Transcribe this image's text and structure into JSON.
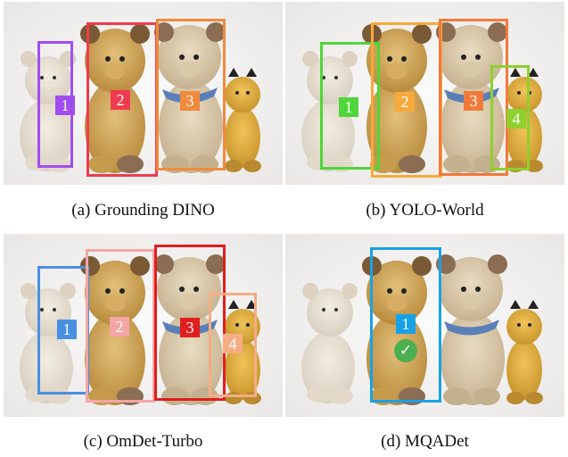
{
  "panels": [
    {
      "caption": "(a) Grounding DINO",
      "boxes": [
        {
          "label": "1",
          "color": "#a04ef0"
        },
        {
          "label": "2",
          "color": "#ee3b4f"
        },
        {
          "label": "3",
          "color": "#f08a3c"
        }
      ]
    },
    {
      "caption": "(b) YOLO-World",
      "boxes": [
        {
          "label": "1",
          "color": "#4fd63a"
        },
        {
          "label": "2",
          "color": "#f7a93b"
        },
        {
          "label": "3",
          "color": "#f07a3a"
        },
        {
          "label": "4",
          "color": "#8fd02e"
        }
      ]
    },
    {
      "caption": "(c) OmDet-Turbo",
      "boxes": [
        {
          "label": "1",
          "color": "#4a90e2"
        },
        {
          "label": "2",
          "color": "#f4a6a6"
        },
        {
          "label": "3",
          "color": "#e01e1e"
        },
        {
          "label": "4",
          "color": "#f4ad84"
        }
      ]
    },
    {
      "caption": "(d) MQADet",
      "boxes": [
        {
          "label": "1",
          "color": "#17a2e6"
        }
      ],
      "check_icon": "checkmark-icon"
    }
  ]
}
